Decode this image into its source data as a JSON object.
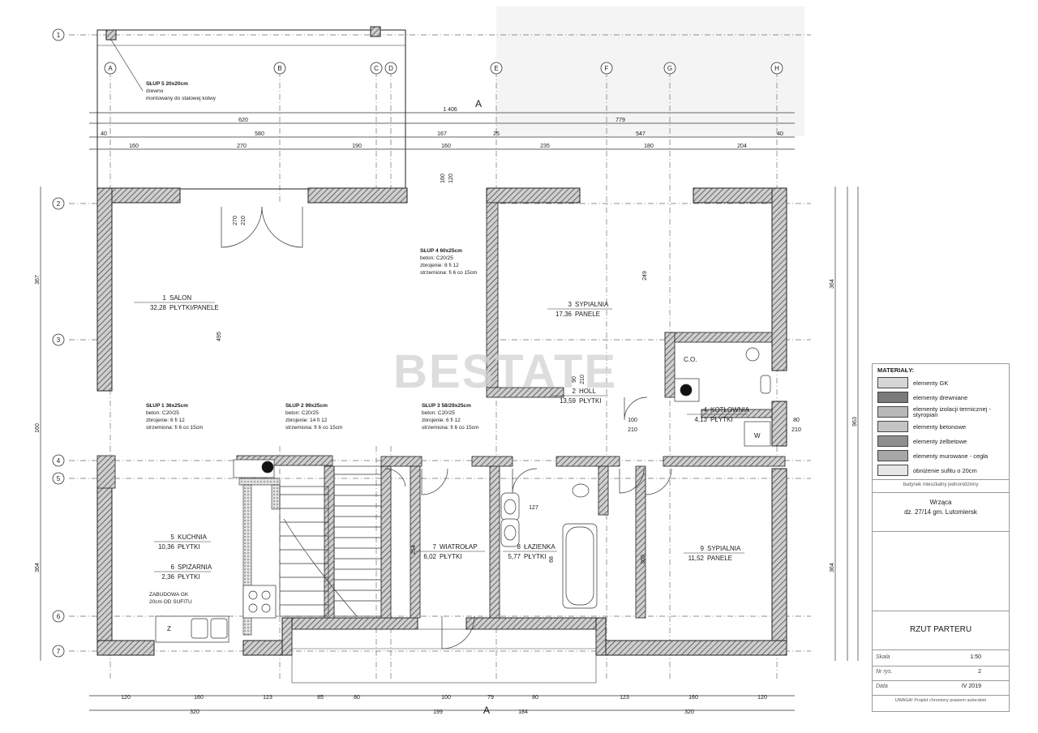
{
  "watermark": "BESTATE",
  "axes": {
    "columns": [
      "A",
      "B",
      "C",
      "D",
      "E",
      "F",
      "G",
      "H"
    ],
    "rows": [
      "1",
      "2",
      "3",
      "4",
      "5",
      "6",
      "7"
    ]
  },
  "rooms": [
    {
      "id": "salon",
      "number": "1",
      "name": "SALON",
      "area": "32,28",
      "finish": "PŁYTKI/PANELE"
    },
    {
      "id": "holl",
      "number": "2",
      "name": "HOLL",
      "area": "13,59",
      "finish": "PŁYTKI"
    },
    {
      "id": "sypialnia3",
      "number": "3",
      "name": "SYPIALNIA",
      "area": "17,36",
      "finish": "PANELE"
    },
    {
      "id": "kotlownia",
      "number": "4",
      "name": "KOTŁOWNIA",
      "area": "4,13",
      "finish": "PŁYTKI"
    },
    {
      "id": "kuchnia",
      "number": "5",
      "name": "KUCHNIA",
      "area": "10,36",
      "finish": "PŁYTKI"
    },
    {
      "id": "spizarnia",
      "number": "6",
      "name": "SPIŻARNIA",
      "area": "2,36",
      "finish": "PŁYTKI"
    },
    {
      "id": "wiatrolap",
      "number": "7",
      "name": "WIATROŁAP",
      "area": "6,02",
      "finish": "PŁYTKI"
    },
    {
      "id": "lazienka",
      "number": "8",
      "name": "ŁAZIENKA",
      "area": "5,77",
      "finish": "PŁYTKI"
    },
    {
      "id": "sypialnia9",
      "number": "9",
      "name": "SYPIALNIA",
      "area": "11,52",
      "finish": "PANELE"
    }
  ],
  "columns_notes": {
    "slup5": [
      "SŁUP 5 20x20cm",
      "drewno",
      "montowany do stalowej kotwy"
    ],
    "slup4": [
      "SŁUP 4 60x25cm",
      "beton: C20/25",
      "zbrojenie: 8 fi 12",
      "strzemiona: fi 6 co 15cm"
    ],
    "slup1": [
      "SŁUP 1 36x25cm",
      "beton: C20/25",
      "zbrojenie: 6 fi 12",
      "strzemiona: fi 6 co 15cm"
    ],
    "slup2": [
      "SŁUP 2 99x25cm",
      "beton: C20/25",
      "zbrojenie: 14 fi 12",
      "strzemiona: fi 6 co 15cm"
    ],
    "slup3": [
      "SŁUP 3 58/29x25cm",
      "beton: C20/25",
      "zbrojenie: 6 fi 12",
      "strzemiona: fi 6 co 15cm"
    ]
  },
  "fixtures": {
    "co": "C.O.",
    "w": "W",
    "z": "Z",
    "zabudowa": [
      "ZABUDOWA GK",
      "20cm OD SUFITU"
    ]
  },
  "dims": {
    "top_total": "1 406",
    "top_row2": [
      "620",
      "779"
    ],
    "top_row3": [
      "40",
      "580",
      "167",
      "25",
      "547",
      "40"
    ],
    "top_row4": [
      "160",
      "270",
      "190",
      "160",
      "235",
      "180",
      "204"
    ],
    "bottom_row1": [
      "120",
      "160",
      "123",
      "85",
      "80",
      "100",
      "79",
      "80",
      "123",
      "160",
      "120"
    ],
    "bottom_row2": [
      "320",
      "199",
      "184",
      "320"
    ],
    "right": [
      "364",
      "364",
      "963"
    ],
    "left": [
      "367",
      "160",
      "364"
    ],
    "misc": [
      "270",
      "210",
      "160",
      "120",
      "495",
      "249",
      "80",
      "210",
      "100",
      "210",
      "127",
      "360",
      "254",
      "68",
      "90",
      "210"
    ]
  },
  "section_mark": "A",
  "legend": {
    "title": "MATERIAŁY:",
    "items": [
      {
        "label": "elementy GK",
        "color": "#d6d6d6"
      },
      {
        "label": "elementy drewniane",
        "color": "#7a7a7a"
      },
      {
        "label": "elementy izolacji termicznej - styropian",
        "color": "#b8b8b8"
      },
      {
        "label": "elementy betonowe",
        "color": "#c4c4c4"
      },
      {
        "label": "elementy żelbetowe",
        "color": "#8f8f8f"
      },
      {
        "label": "elementy murowane - cegła",
        "color": "#a6a6a6"
      },
      {
        "label": "obniżenie sufitu o 20cm",
        "color": "#e6e6e6"
      }
    ],
    "building": "budynek mieszkalny jednorodzinny",
    "location": "Wrząca",
    "plot": "dz. 27/14 gm. Lutomiersk",
    "sheet_title": "RZUT PARTERU",
    "meta": [
      {
        "key": "Skala",
        "value": "1:50"
      },
      {
        "key": "Nr rys.",
        "value": "2"
      },
      {
        "key": "Data",
        "value": "IV 2019"
      }
    ],
    "footer": "UWAGA! Projekt chroniony prawem autorskim"
  }
}
